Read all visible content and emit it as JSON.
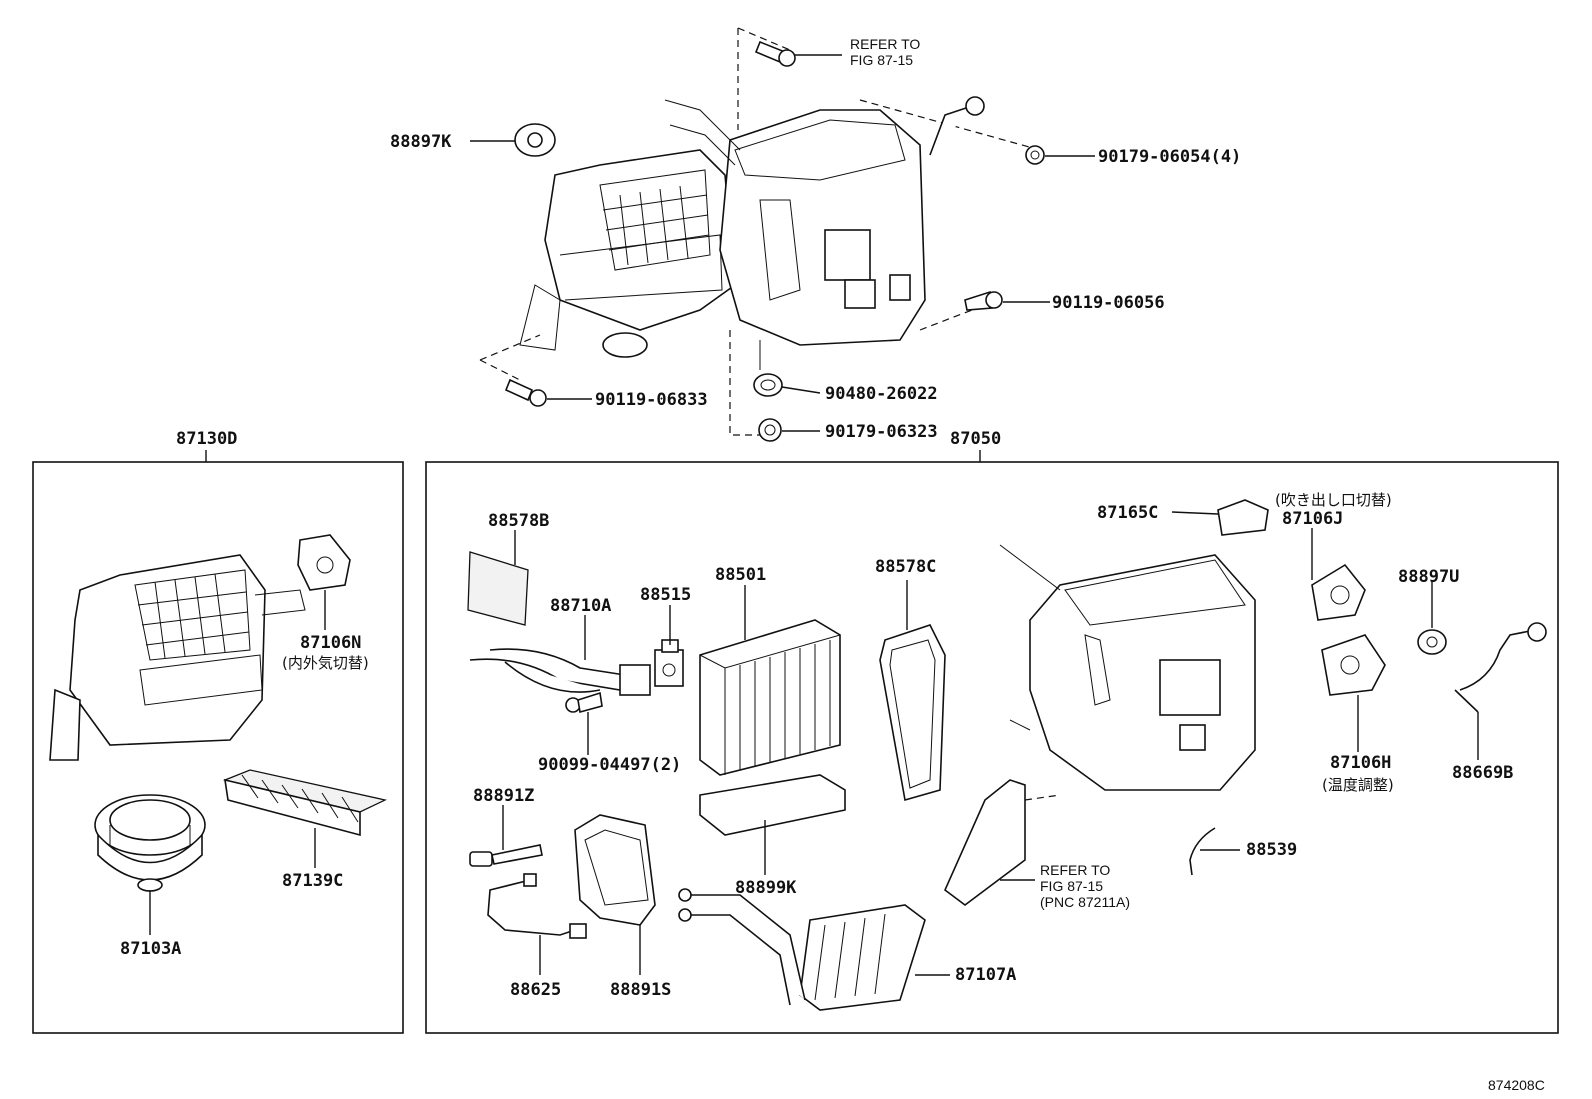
{
  "figure_id": "874208C",
  "groups": [
    {
      "part_no": "87130D"
    },
    {
      "part_no": "87050"
    }
  ],
  "labels": [
    {
      "id": "88897K",
      "text": "88897K"
    },
    {
      "id": "90179-06054",
      "text": "90179-06054(4)"
    },
    {
      "id": "90119-06056",
      "text": "90119-06056"
    },
    {
      "id": "90119-06833",
      "text": "90119-06833"
    },
    {
      "id": "90480-26022",
      "text": "90480-26022"
    },
    {
      "id": "90179-06323",
      "text": "90179-06323"
    },
    {
      "id": "87106N",
      "text": "87106N"
    },
    {
      "id": "87139C",
      "text": "87139C"
    },
    {
      "id": "87103A",
      "text": "87103A"
    },
    {
      "id": "88578B",
      "text": "88578B"
    },
    {
      "id": "88710A",
      "text": "88710A"
    },
    {
      "id": "88515",
      "text": "88515"
    },
    {
      "id": "88501",
      "text": "88501"
    },
    {
      "id": "88578C",
      "text": "88578C"
    },
    {
      "id": "87165C",
      "text": "87165C"
    },
    {
      "id": "87106J",
      "text": "87106J"
    },
    {
      "id": "88897U",
      "text": "88897U"
    },
    {
      "id": "90099-04497",
      "text": "90099-04497(2)"
    },
    {
      "id": "87106H",
      "text": "87106H"
    },
    {
      "id": "88669B",
      "text": "88669B"
    },
    {
      "id": "88891Z",
      "text": "88891Z"
    },
    {
      "id": "88899K",
      "text": "88899K"
    },
    {
      "id": "88539",
      "text": "88539"
    },
    {
      "id": "88625",
      "text": "88625"
    },
    {
      "id": "88891S",
      "text": "88891S"
    },
    {
      "id": "87107A",
      "text": "87107A"
    }
  ],
  "annotations": {
    "refer_top": [
      "REFER TO",
      "FIG 87-15"
    ],
    "refer_bottom": [
      "REFER TO",
      "FIG 87-15",
      "(PNC 87211A)"
    ],
    "jp_87106N": "(内外気切替)",
    "jp_87106J": "(吹き出し口切替)",
    "jp_87106H": "(温度調整)"
  }
}
